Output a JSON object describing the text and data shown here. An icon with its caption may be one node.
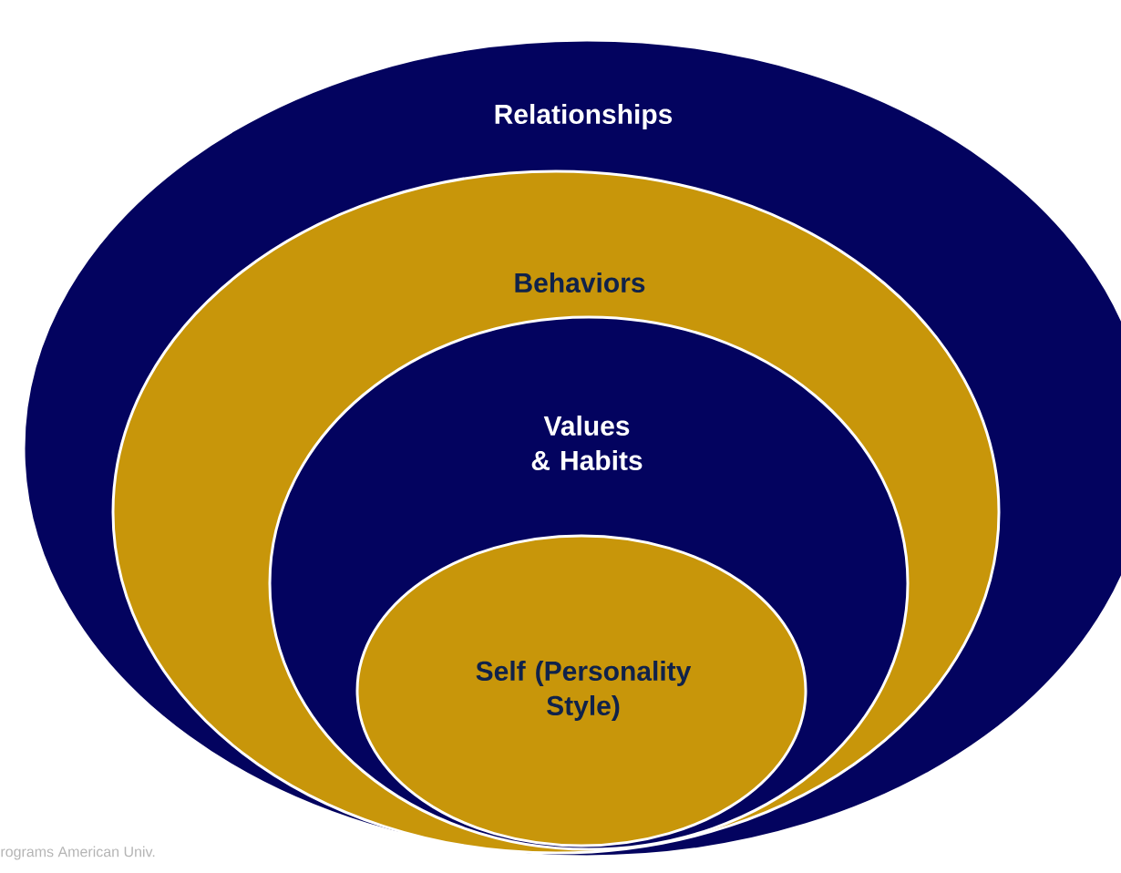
{
  "diagram": {
    "nodes": [
      {
        "text": [
          "Relationships"
        ]
      },
      {
        "text": [
          "Behaviors"
        ],
        "in": 0
      },
      {
        "text": [
          "Values & Habits"
        ],
        "in": 1
      },
      {
        "text": [
          "Self (Personality Style)"
        ],
        "in": 2
      }
    ],
    "labels": [
      "rograms American Univ."
    ]
  }
}
